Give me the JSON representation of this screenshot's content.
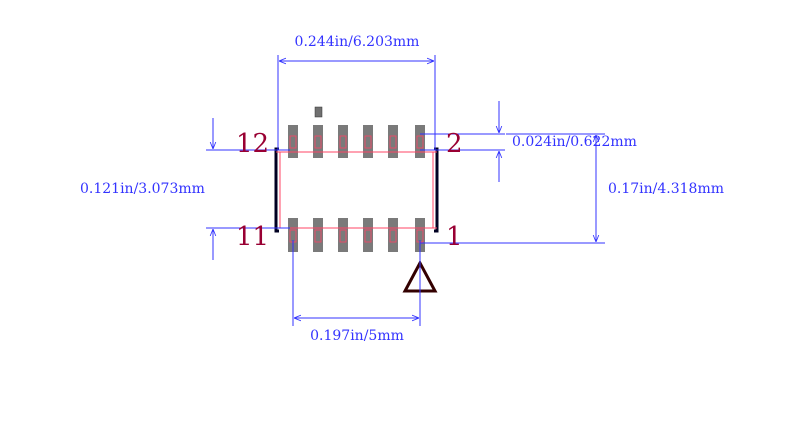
{
  "colors": {
    "dimension": "#3333ff",
    "pin_label": "#990033",
    "pad": "#7a7a7a",
    "pad_outline": "#ff4466",
    "outline": "#000022",
    "triangle": "#330000"
  },
  "pin_labels": {
    "top_left": "12",
    "top_right": "2",
    "bottom_left": "11",
    "bottom_right": "1"
  },
  "dimensions": {
    "overall_width": "0.244in/6.203mm",
    "pitch": "0.024in/0.622mm",
    "body_height": "0.121in/3.073mm",
    "overall_height": "0.17in/4.318mm",
    "pin_span": "0.197in/5mm"
  },
  "icons": {
    "pin1_marker": "triangle-icon",
    "orientation_dot": "square-dot-icon"
  }
}
